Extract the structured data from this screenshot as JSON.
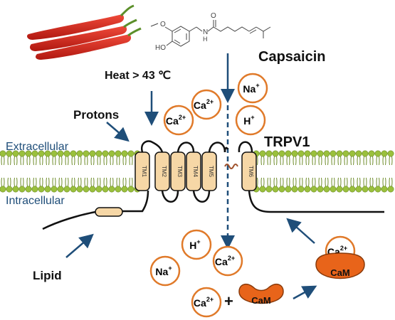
{
  "labels": {
    "capsaicin": "Capsaicin",
    "heat": "Heat > 43 ℃",
    "protons": "Protons",
    "extracellular": "Extracellular",
    "intracellular": "Intracellular",
    "trpv1": "TRPV1",
    "lipid": "Lipid",
    "plus": "+"
  },
  "molecule": {
    "methoxy": "O",
    "hydroxyl": "HO",
    "amide_n": "N",
    "amide_h": "H",
    "carbonyl_o": "O"
  },
  "ions": {
    "ca_base": "Ca",
    "ca_sup": "2+",
    "na_base": "Na",
    "h_base": "H",
    "mono_sup": "+"
  },
  "tm_segments": [
    "TM1",
    "TM2",
    "TM3",
    "TM4",
    "TM5",
    "TM6"
  ],
  "cam": "CaM",
  "colors": {
    "ion_border": "#e07a2a",
    "cam_fill": "#e8641a",
    "arrow": "#1f4e79",
    "membrane_head": "#9ac03c",
    "membrane_tail": "#6e8c2a",
    "helix_fill": "#f6d7a6",
    "pepper": "#d8241c",
    "stem": "#5b8f2a",
    "extra_text": "#1f4e79"
  }
}
